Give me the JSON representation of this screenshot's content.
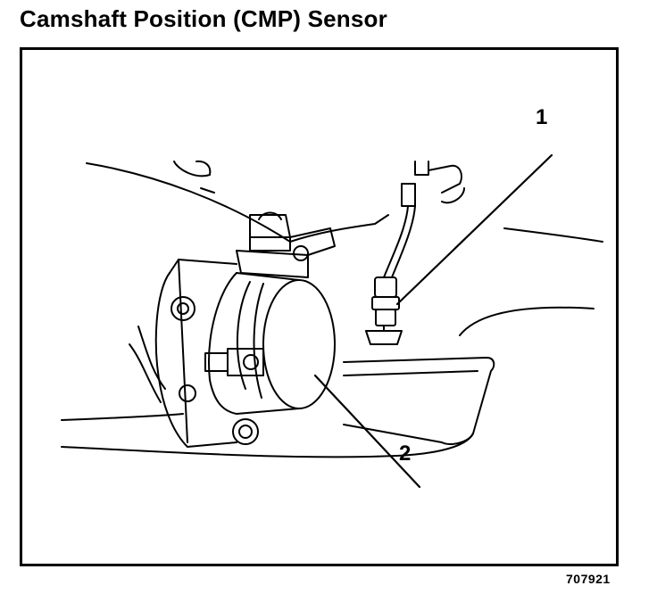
{
  "header": {
    "title": "Camshaft Position (CMP) Sensor"
  },
  "diagram": {
    "callouts": [
      {
        "id": "1",
        "label": "1"
      },
      {
        "id": "2",
        "label": "2"
      }
    ],
    "figure_number": "707921"
  },
  "colors": {
    "ink": "#000000",
    "paper": "#ffffff"
  }
}
